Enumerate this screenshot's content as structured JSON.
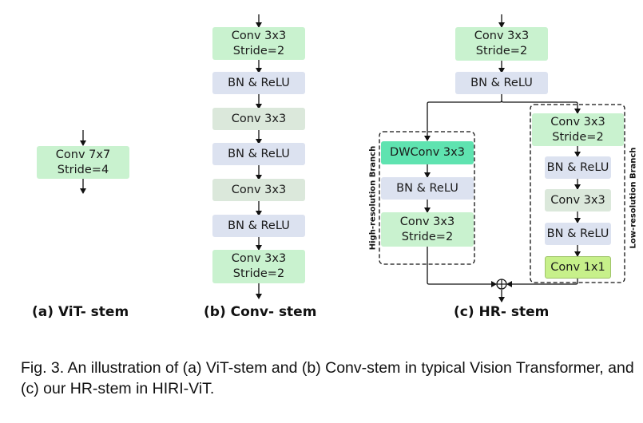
{
  "vit_stem": {
    "conv": [
      "Conv 7x7",
      "Stride=4"
    ],
    "caption": "(a) ViT- stem"
  },
  "conv_stem": {
    "blocks": [
      [
        "Conv 3x3",
        "Stride=2"
      ],
      [
        "BN & ReLU"
      ],
      [
        "Conv 3x3"
      ],
      [
        "BN & ReLU"
      ],
      [
        "Conv 3x3"
      ],
      [
        "BN & ReLU"
      ],
      [
        "Conv 3x3",
        "Stride=2"
      ]
    ],
    "caption": "(b) Conv- stem"
  },
  "hr_stem": {
    "top_conv": [
      "Conv 3x3",
      "Stride=2"
    ],
    "top_bn": "BN & ReLU",
    "high_branch": {
      "label": "High-resolution Branch",
      "dwconv": "DWConv 3x3",
      "bn": "BN & ReLU",
      "conv": [
        "Conv 3x3",
        "Stride=2"
      ]
    },
    "low_branch": {
      "label": "Low-resolution Branch",
      "conv1": [
        "Conv 3x3",
        "Stride=2"
      ],
      "bn1": "BN & ReLU",
      "conv2": "Conv 3x3",
      "bn2": "BN & ReLU",
      "conv3": "Conv 1x1"
    },
    "caption": "(c) HR- stem"
  },
  "figure_caption": "Fig. 3. An illustration of (a) ViT-stem and (b) Conv-stem in typical Vision Transformer, and (c) our HR-stem in HIRI-ViT."
}
